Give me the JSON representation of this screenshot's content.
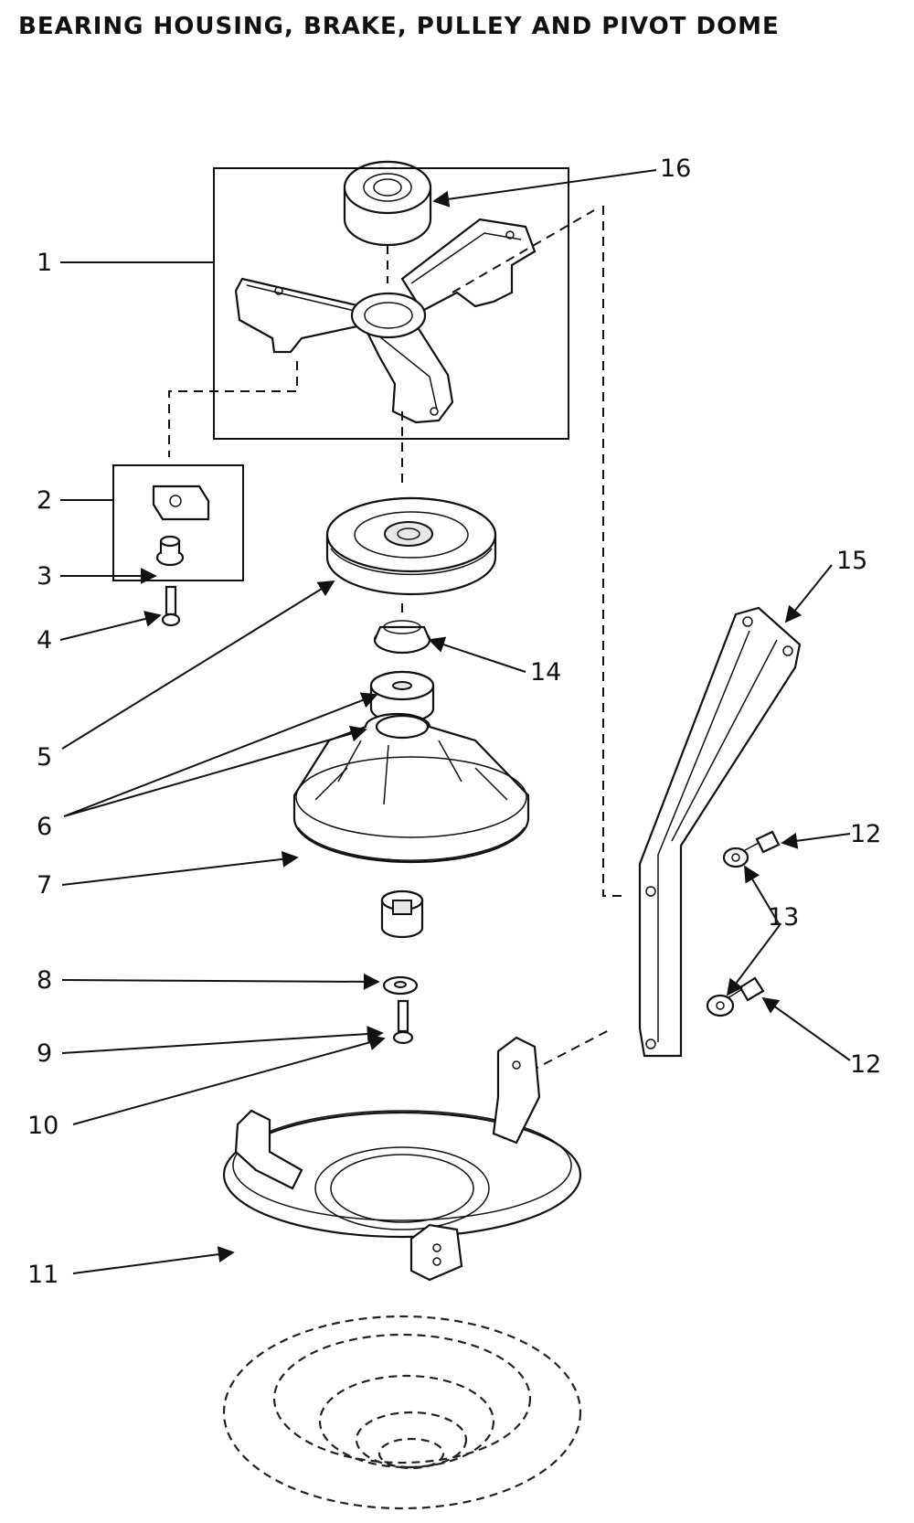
{
  "title": "BEARING HOUSING, BRAKE, PULLEY AND PIVOT DOME",
  "callouts": {
    "c1": "1",
    "c2": "2",
    "c3": "3",
    "c4": "4",
    "c5": "5",
    "c6": "6",
    "c7": "7",
    "c8": "8",
    "c9": "9",
    "c10": "10",
    "c11": "11",
    "c12a": "12",
    "c12b": "12",
    "c13": "13",
    "c14": "14",
    "c15": "15",
    "c16": "16"
  }
}
